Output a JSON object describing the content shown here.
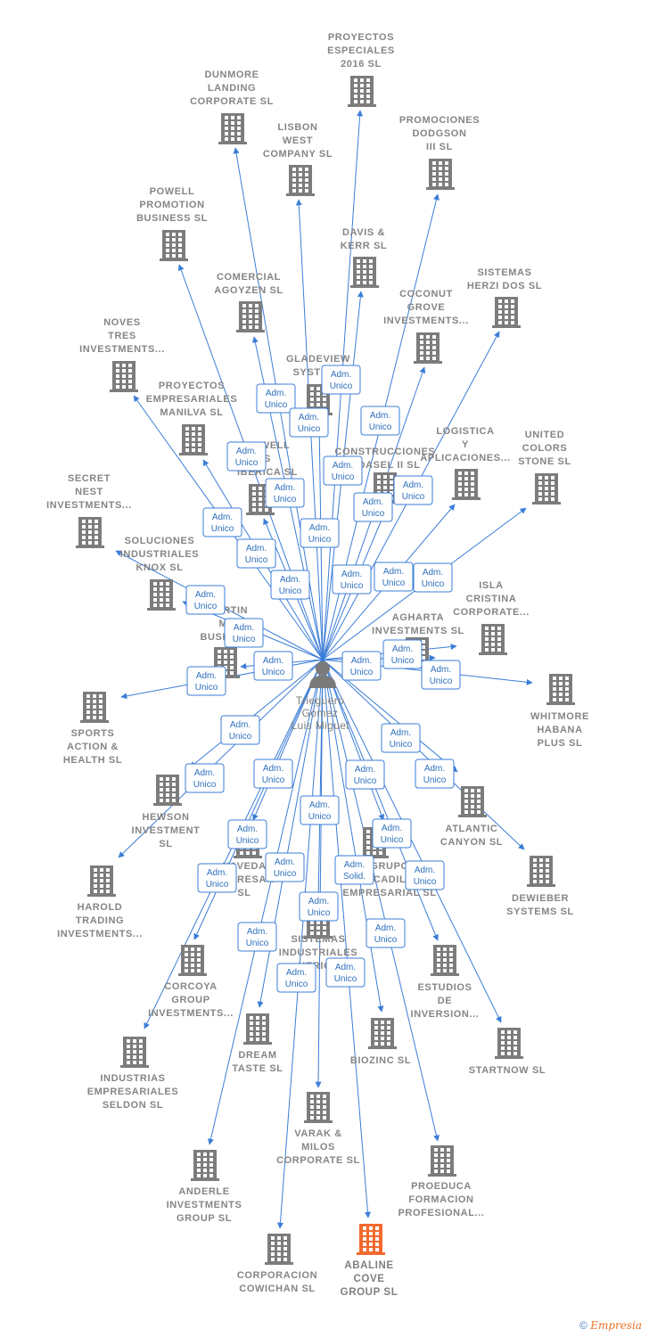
{
  "center": {
    "label": [
      "Trieguero",
      "Gomez",
      "Luis Miguel"
    ],
    "color": "#7a7a7a"
  },
  "colors": {
    "edge": "#3b7dd8",
    "building": "#7c7c7c",
    "highlight": "#f26a2e",
    "label_border": "#3b7dd8"
  },
  "nodes": [
    {
      "id": "proyectos-especiales",
      "label": [
        "PROYECTOS",
        "ESPECIALES",
        "2016  SL"
      ]
    },
    {
      "id": "dunmore",
      "label": [
        "DUNMORE",
        "LANDING",
        "CORPORATE SL"
      ]
    },
    {
      "id": "lisbon",
      "label": [
        "LISBON",
        "WEST",
        "COMPANY  SL"
      ]
    },
    {
      "id": "promociones",
      "label": [
        "PROMOCIONES",
        "DODGSON",
        "III SL"
      ]
    },
    {
      "id": "powell-promotion",
      "label": [
        "POWELL",
        "PROMOTION",
        "BUSINESS  SL"
      ]
    },
    {
      "id": "davis",
      "label": [
        "DAVIS &",
        "KERR SL"
      ]
    },
    {
      "id": "sistemas-herzi",
      "label": [
        "SISTEMAS",
        "HERZI DOS SL"
      ]
    },
    {
      "id": "comercial",
      "label": [
        "COMERCIAL",
        "AGOYZEN SL"
      ]
    },
    {
      "id": "coconut",
      "label": [
        "COCONUT",
        "GROVE",
        "INVESTMENTS..."
      ]
    },
    {
      "id": "noves",
      "label": [
        "NOVES",
        "TRES",
        "INVESTMENTS..."
      ]
    },
    {
      "id": "gladeview",
      "label": [
        "GLADEVIEW",
        "SYSTEMS"
      ]
    },
    {
      "id": "proyectos-emp",
      "label": [
        "PROYECTOS",
        "EMPRESARIALES",
        "MANILVA SL"
      ]
    },
    {
      "id": "logistica",
      "label": [
        "LOGISTICA",
        "Y",
        "APLICACIONES..."
      ]
    },
    {
      "id": "united",
      "label": [
        "UNITED",
        "COLORS",
        "STONE SL"
      ]
    },
    {
      "id": "powell-iberica",
      "label": [
        "POWELL",
        "S",
        "IBERICA  SL"
      ]
    },
    {
      "id": "construcciones",
      "label": [
        "CONSTRUCCIONES",
        "ODASEL II  SL"
      ]
    },
    {
      "id": "secret",
      "label": [
        "SECRET",
        "NEST",
        "INVESTMENTS..."
      ]
    },
    {
      "id": "soluciones",
      "label": [
        "SOLUCIONES",
        "INDUSTRIALES",
        "KNOX SL"
      ]
    },
    {
      "id": "isla",
      "label": [
        "ISLA",
        "CRISTINA",
        "CORPORATE..."
      ]
    },
    {
      "id": "martin",
      "label": [
        "MARTIN",
        "MO",
        "BUSINESS"
      ]
    },
    {
      "id": "agharta",
      "label": [
        "AGHARTA",
        "INVESTMENTS SL"
      ]
    },
    {
      "id": "sports",
      "label": [
        "SPORTS",
        "ACTION &",
        "HEALTH  SL"
      ]
    },
    {
      "id": "whitmore",
      "label": [
        "WHITMORE",
        "HABANA",
        "PLUS  SL"
      ]
    },
    {
      "id": "hewson",
      "label": [
        "HEWSON",
        "INVESTMENT",
        "SL"
      ]
    },
    {
      "id": "atlantic",
      "label": [
        "ATLANTIC",
        "CANYON SL"
      ]
    },
    {
      "id": "harold",
      "label": [
        "HAROLD",
        "TRADING",
        "INVESTMENTS..."
      ]
    },
    {
      "id": "naveda",
      "label": [
        "NAVEDA",
        "EMPRESAR",
        "SL"
      ]
    },
    {
      "id": "grupo-cadil",
      "label": [
        "GRUPO",
        "CADIL",
        "EMPRESARIAL SL"
      ]
    },
    {
      "id": "dewieber",
      "label": [
        "DEWIEBER",
        "SYSTEMS  SL"
      ]
    },
    {
      "id": "sistemas-ind",
      "label": [
        "SISTEMAS",
        "INDUSTRIALES",
        "HERICE"
      ]
    },
    {
      "id": "corcoya",
      "label": [
        "CORCOYA",
        "GROUP",
        "INVESTMENTS..."
      ]
    },
    {
      "id": "estudios",
      "label": [
        "ESTUDIOS",
        "DE",
        "INVERSION..."
      ]
    },
    {
      "id": "dream",
      "label": [
        "DREAM",
        "TASTE SL"
      ]
    },
    {
      "id": "biozinc",
      "label": [
        "BIOZINC SL"
      ]
    },
    {
      "id": "startnow",
      "label": [
        "STARTNOW SL"
      ]
    },
    {
      "id": "industrias",
      "label": [
        "INDUSTRIAS",
        "EMPRESARIALES",
        "SELDON SL"
      ]
    },
    {
      "id": "varak",
      "label": [
        "VARAK &",
        "MILOS",
        "CORPORATE SL"
      ]
    },
    {
      "id": "anderle",
      "label": [
        "ANDERLE",
        "INVESTMENTS",
        "GROUP SL"
      ]
    },
    {
      "id": "proeduca",
      "label": [
        "PROEDUCA",
        "FORMACION",
        "PROFESIONAL..."
      ]
    },
    {
      "id": "corporacion",
      "label": [
        "CORPORACION",
        "COWICHAN SL"
      ]
    },
    {
      "id": "abaline",
      "label": [
        "ABALINE",
        "COVE",
        "GROUP  SL"
      ],
      "highlight": true
    }
  ],
  "edge_labels": [
    {
      "text": [
        "Adm.",
        "Unico"
      ]
    },
    {
      "text": [
        "Adm.",
        "Unico"
      ]
    },
    {
      "text": [
        "Adm.",
        "Unico"
      ]
    },
    {
      "text": [
        "Adm.",
        "Unico"
      ]
    },
    {
      "text": [
        "Adm.",
        "Unico"
      ]
    },
    {
      "text": [
        "Adm.",
        "Unico"
      ]
    },
    {
      "text": [
        "Adm.",
        "Unico"
      ]
    },
    {
      "text": [
        "Adm.",
        "Unico"
      ]
    },
    {
      "text": [
        "Adm.",
        "Unico"
      ]
    },
    {
      "text": [
        "Adm.",
        "Unico"
      ]
    },
    {
      "text": [
        "Adm.",
        "Unico"
      ]
    },
    {
      "text": [
        "Adm.",
        "Unico"
      ]
    },
    {
      "text": [
        "Adm.",
        "Unico"
      ]
    },
    {
      "text": [
        "Adm.",
        "Unico"
      ]
    },
    {
      "text": [
        "Adm.",
        "Unico"
      ]
    },
    {
      "text": [
        "Adm.",
        "Unico"
      ]
    },
    {
      "text": [
        "Adm.",
        "Unico"
      ]
    },
    {
      "text": [
        "Adm.",
        "Unico"
      ]
    },
    {
      "text": [
        "Adm.",
        "Unico"
      ]
    },
    {
      "text": [
        "Adm.",
        "Unico"
      ]
    },
    {
      "text": [
        "Adm.",
        "Unico"
      ]
    },
    {
      "text": [
        "Adm.",
        "Unico"
      ]
    },
    {
      "text": [
        "Adm.",
        "Unico"
      ]
    },
    {
      "text": [
        "Adm.",
        "Unico"
      ]
    },
    {
      "text": [
        "Adm.",
        "Unico"
      ]
    },
    {
      "text": [
        "Adm.",
        "Unico"
      ]
    },
    {
      "text": [
        "Adm.",
        "Unico"
      ]
    },
    {
      "text": [
        "Adm.",
        "Unico"
      ]
    },
    {
      "text": [
        "Adm.",
        "Unico"
      ]
    },
    {
      "text": [
        "Adm.",
        "Unico"
      ]
    },
    {
      "text": [
        "Adm.",
        "Unico"
      ]
    },
    {
      "text": [
        "Adm.",
        "Unico"
      ]
    },
    {
      "text": [
        "Adm.",
        "Unico"
      ]
    },
    {
      "text": [
        "Adm.",
        "Unico"
      ]
    },
    {
      "text": [
        "Adm.",
        "Solid."
      ]
    },
    {
      "text": [
        "Adm.",
        "Unico"
      ]
    },
    {
      "text": [
        "Adm.",
        "Unico"
      ]
    },
    {
      "text": [
        "Adm.",
        "Unico"
      ]
    },
    {
      "text": [
        "Adm.",
        "Unico"
      ]
    },
    {
      "text": [
        "Adm.",
        "Unico"
      ]
    },
    {
      "text": [
        "Adm.",
        "Unico"
      ]
    }
  ],
  "footer": {
    "copyright": "©",
    "brand": "Empresia"
  }
}
